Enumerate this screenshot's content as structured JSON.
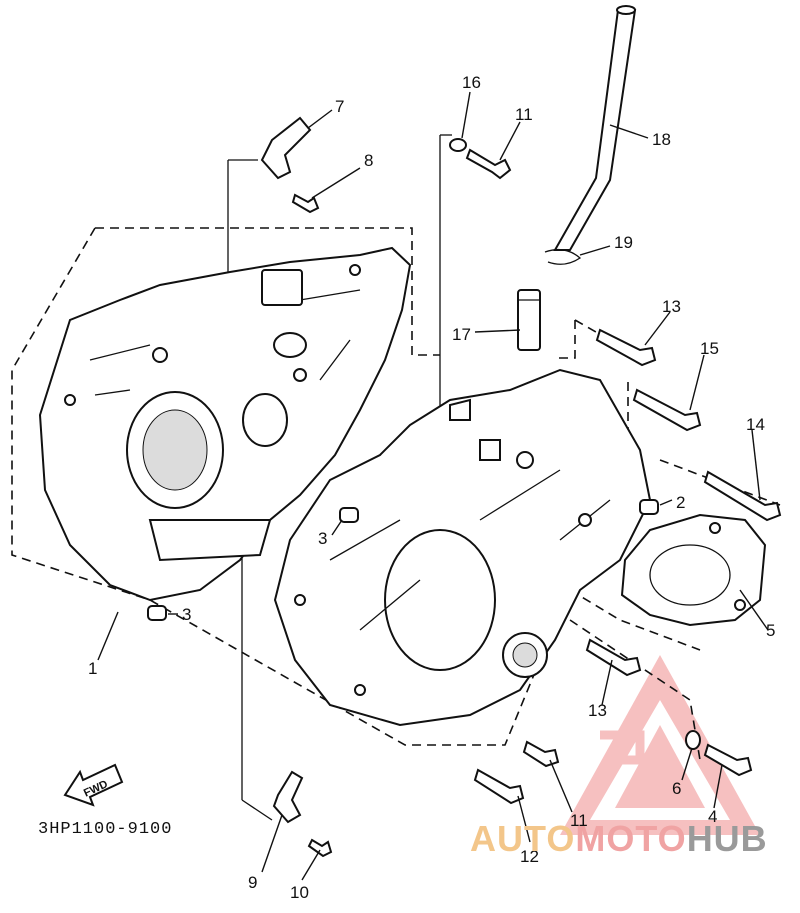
{
  "diagram": {
    "code": "3HP1100-9100",
    "fwd_label": "FWD",
    "callouts": [
      {
        "id": "c7",
        "text": "7"
      },
      {
        "id": "c8",
        "text": "8"
      },
      {
        "id": "c16",
        "text": "16"
      },
      {
        "id": "c11a",
        "text": "11"
      },
      {
        "id": "c18",
        "text": "18"
      },
      {
        "id": "c19",
        "text": "19"
      },
      {
        "id": "c13a",
        "text": "13"
      },
      {
        "id": "c17",
        "text": "17"
      },
      {
        "id": "c15",
        "text": "15"
      },
      {
        "id": "c14",
        "text": "14"
      },
      {
        "id": "c2",
        "text": "2"
      },
      {
        "id": "c3a",
        "text": "3"
      },
      {
        "id": "c3b",
        "text": "3"
      },
      {
        "id": "c5",
        "text": "5"
      },
      {
        "id": "c1",
        "text": "1"
      },
      {
        "id": "c13b",
        "text": "13"
      },
      {
        "id": "c6",
        "text": "6"
      },
      {
        "id": "c4",
        "text": "4"
      },
      {
        "id": "c11b",
        "text": "11"
      },
      {
        "id": "c12",
        "text": "12"
      },
      {
        "id": "c9",
        "text": "9"
      },
      {
        "id": "c10",
        "text": "10"
      }
    ]
  },
  "watermark": {
    "part1": "AUTO",
    "part2": "MOTO",
    "part3": "HUB",
    "colors": {
      "auto": "#f3c68a",
      "moto": "#f0a3a3",
      "hub": "#9a9a9a",
      "logo": "#ef8d8d"
    }
  }
}
